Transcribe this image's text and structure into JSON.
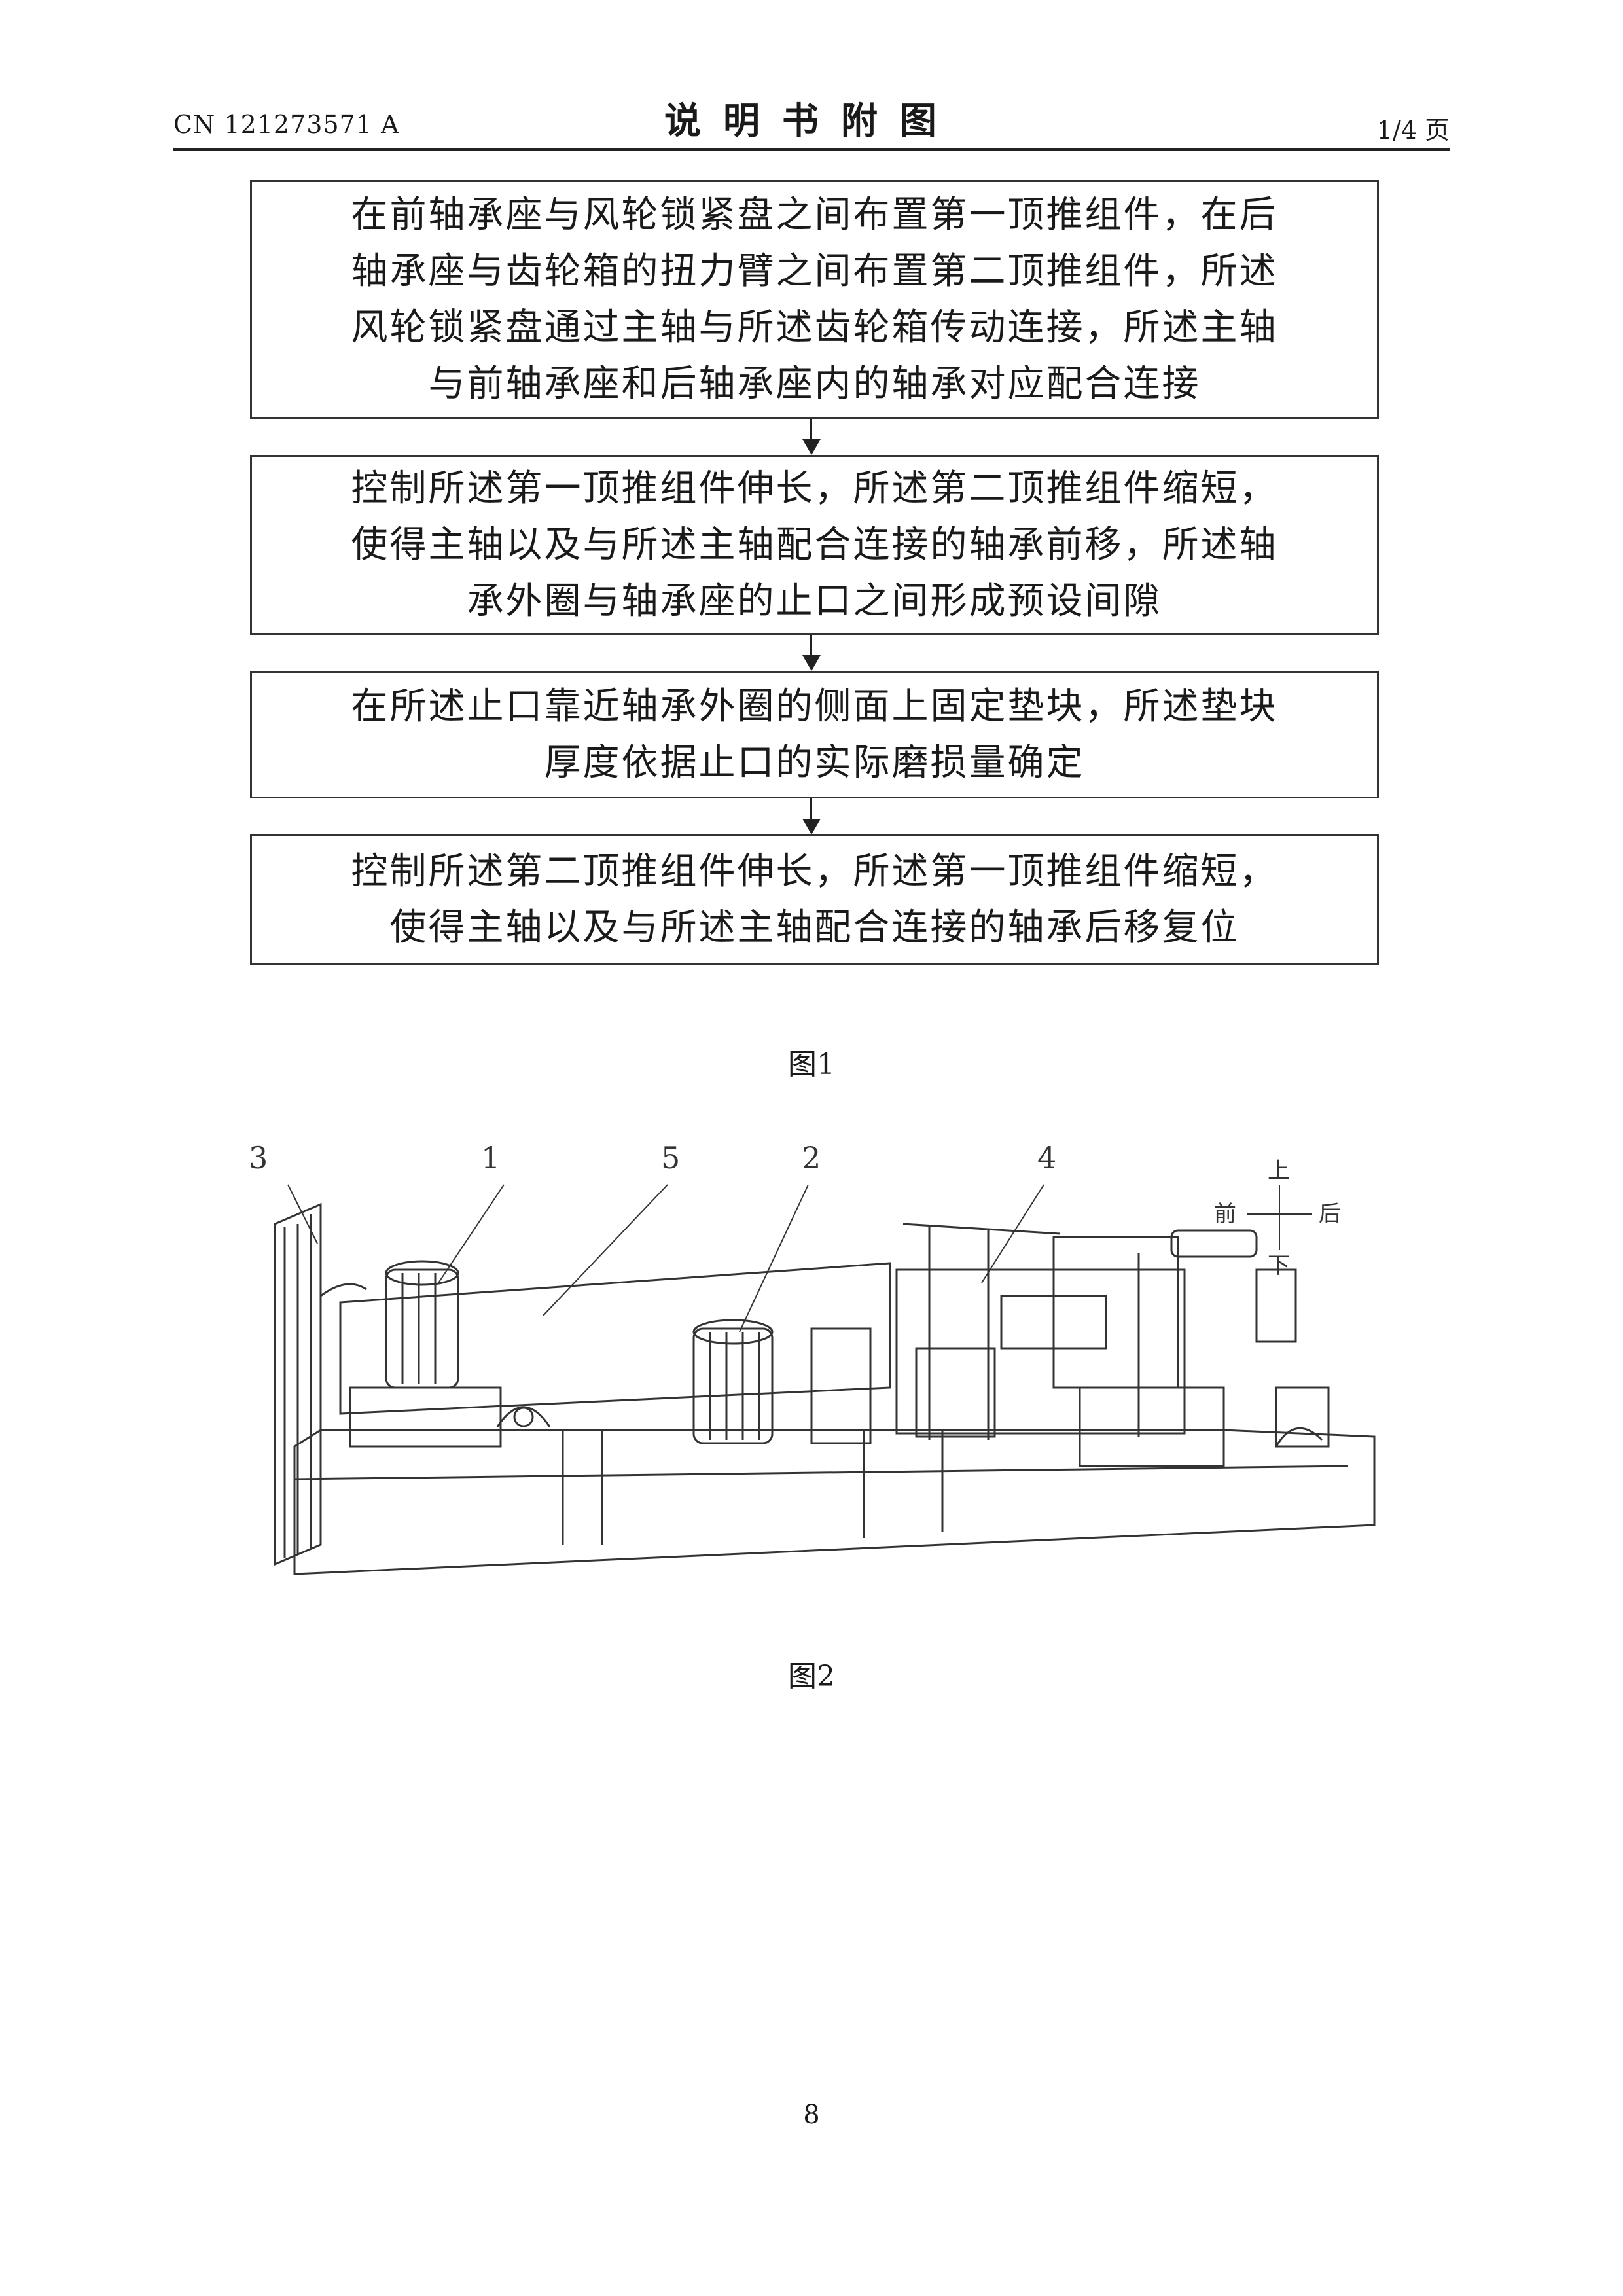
{
  "header": {
    "doc_number": "CN 121273571 A",
    "section_title": "说明书附图",
    "page_of": "1/4 页"
  },
  "figure1": {
    "steps": [
      {
        "lines": [
          "在前轴承座与风轮锁紧盘之间布置第一顶推组件，在后",
          "轴承座与齿轮箱的扭力臂之间布置第二顶推组件，所述",
          "风轮锁紧盘通过主轴与所述齿轮箱传动连接，所述主轴",
          "与前轴承座和后轴承座内的轴承对应配合连接"
        ]
      },
      {
        "lines": [
          "控制所述第一顶推组件伸长，所述第二顶推组件缩短，",
          "使得主轴以及与所述主轴配合连接的轴承前移，所述轴",
          "承外圈与轴承座的止口之间形成预设间隙"
        ]
      },
      {
        "lines": [
          "在所述止口靠近轴承外圈的侧面上固定垫块，所述垫块",
          "厚度依据止口的实际磨损量确定"
        ]
      },
      {
        "lines": [
          "控制所述第二顶推组件伸长，所述第一顶推组件缩短，",
          "使得主轴以及与所述主轴配合连接的轴承后移复位"
        ]
      }
    ],
    "caption": "图1"
  },
  "figure2": {
    "labels": {
      "l3": "3",
      "l1": "1",
      "l5": "5",
      "l2": "2",
      "l4": "4"
    },
    "compass": {
      "up": "上",
      "down": "下",
      "front": "前",
      "back": "后"
    },
    "caption": "图2"
  },
  "page_number": "8"
}
